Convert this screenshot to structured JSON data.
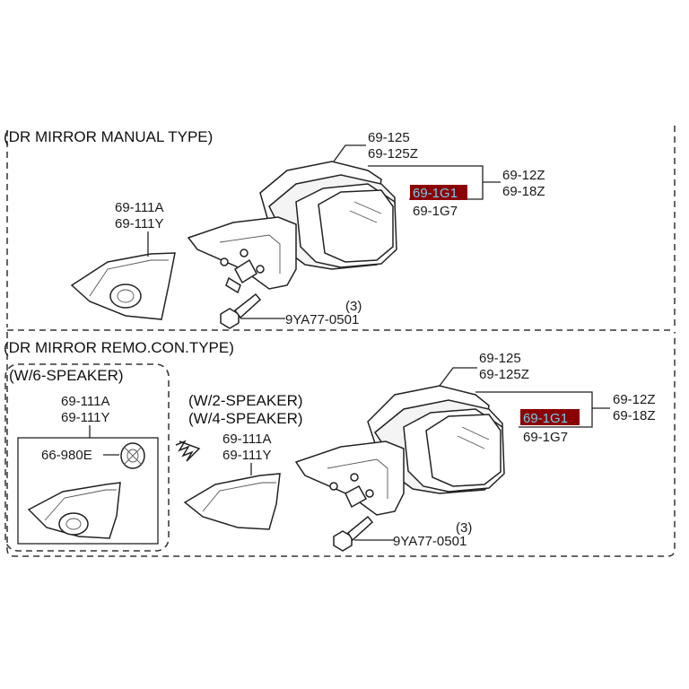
{
  "colors": {
    "highlight": "#8b0000",
    "highlight_text": "#6fd0f0"
  },
  "manual": {
    "title": "(DR MIRROR MANUAL TYPE)",
    "mirror_labels": {
      "a": "69-125",
      "b": "69-125Z"
    },
    "glass_labels": {
      "a": "69-12Z",
      "b": "69-18Z"
    },
    "highlight_part": "69-1G1",
    "sub_part": "69-1G7",
    "cover_labels": {
      "a": "69-111A",
      "b": "69-111Y"
    },
    "bolt_label": "9YA77-0501",
    "bolt_qty": "(3)"
  },
  "remote": {
    "title": "(DR MIRROR REMO.CON.TYPE)",
    "w6_title": "(W/6-SPEAKER)",
    "w6_cover": {
      "a": "69-111A",
      "b": "69-111Y"
    },
    "speaker_label": "66-980E",
    "w2_title": "(W/2-SPEAKER)",
    "w4_title": "(W/4-SPEAKER)",
    "w24_cover": {
      "a": "69-111A",
      "b": "69-111Y"
    },
    "mirror_labels": {
      "a": "69-125",
      "b": "69-125Z"
    },
    "glass_labels": {
      "a": "69-12Z",
      "b": "69-18Z"
    },
    "highlight_part": "69-1G1",
    "sub_part": "69-1G7",
    "bolt_label": "9YA77-0501",
    "bolt_qty": "(3)"
  }
}
